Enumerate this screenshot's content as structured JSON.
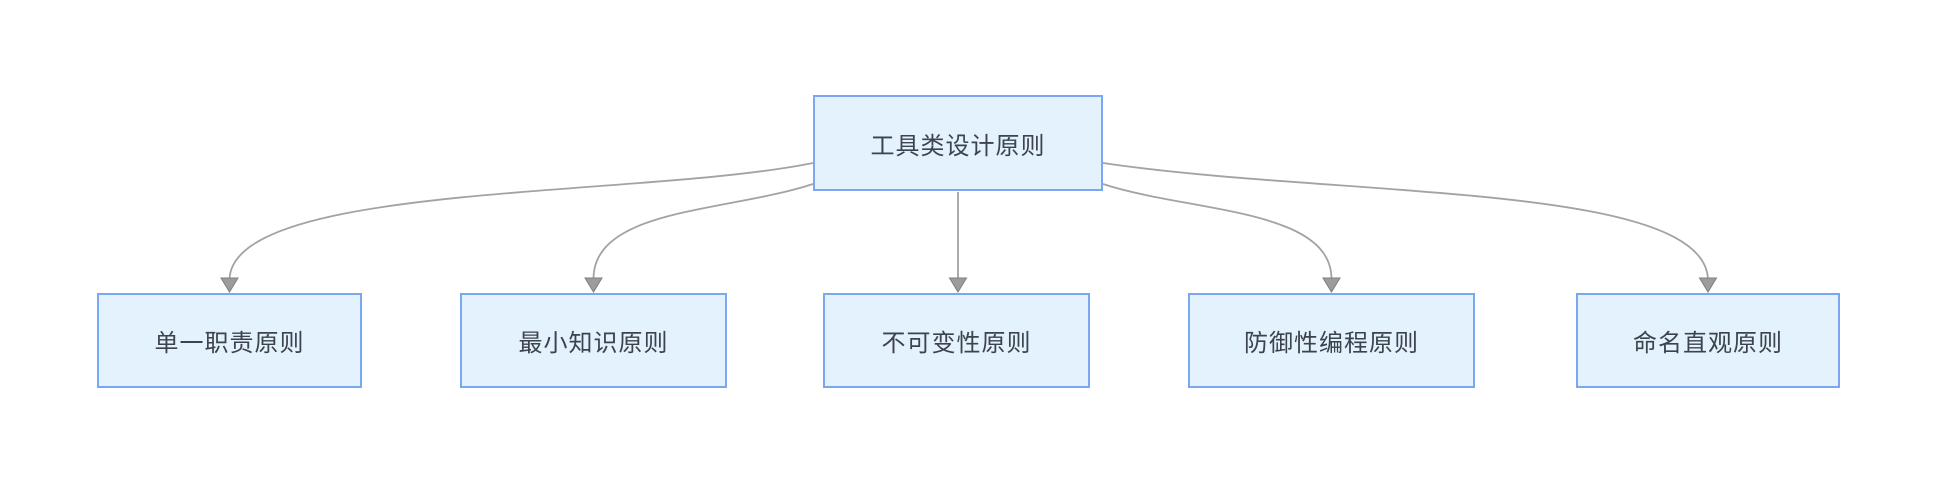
{
  "diagram": {
    "type": "flowchart-top-down",
    "root": {
      "id": "root",
      "label": "工具类设计原则"
    },
    "children": [
      {
        "id": "single-responsibility",
        "label": "单一职责原则"
      },
      {
        "id": "least-knowledge",
        "label": "最小知识原则"
      },
      {
        "id": "immutability",
        "label": "不可变性原则"
      },
      {
        "id": "defensive-programming",
        "label": "防御性编程原则"
      },
      {
        "id": "intuitive-naming",
        "label": "命名直观原则"
      }
    ],
    "edges": [
      {
        "from": "root",
        "to": "single-responsibility"
      },
      {
        "from": "root",
        "to": "least-knowledge"
      },
      {
        "from": "root",
        "to": "immutability"
      },
      {
        "from": "root",
        "to": "defensive-programming"
      },
      {
        "from": "root",
        "to": "intuitive-naming"
      }
    ],
    "colors": {
      "background": "#ffffff",
      "node_fill": "#e3f2fd",
      "node_border": "#7aa7f2",
      "node_text": "#3d434d",
      "edge_line": "#a3a3a3",
      "arrowhead_fill": "#9c9c9c",
      "arrowhead_stroke": "#7f7f7f"
    }
  }
}
